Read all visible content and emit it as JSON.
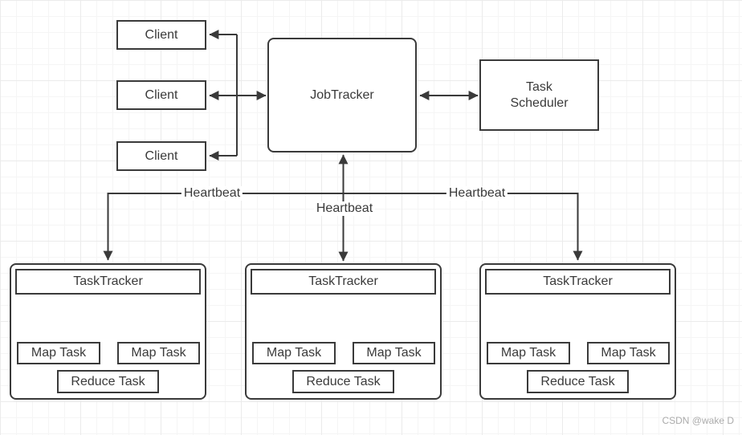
{
  "diagram": {
    "clients": [
      "Client",
      "Client",
      "Client"
    ],
    "job_tracker": "JobTracker",
    "task_scheduler": "Task\nScheduler",
    "heartbeats": {
      "left": "Heartbeat",
      "center": "Heartbeat",
      "right": "Heartbeat"
    },
    "groups": [
      {
        "title": "TaskTracker",
        "map_task_1": "Map Task",
        "map_task_2": "Map Task",
        "reduce_task": "Reduce Task"
      },
      {
        "title": "TaskTracker",
        "map_task_1": "Map Task",
        "map_task_2": "Map Task",
        "reduce_task": "Reduce Task"
      },
      {
        "title": "TaskTracker",
        "map_task_1": "Map Task",
        "map_task_2": "Map Task",
        "reduce_task": "Reduce Task"
      }
    ]
  },
  "watermark": "CSDN @wake D",
  "colors": {
    "line": "#3A3A3A",
    "background": "#FFFFFF",
    "grid_minor": "#F5F5F5",
    "grid_major": "#EBEBEB",
    "watermark": "#ABABAB"
  }
}
